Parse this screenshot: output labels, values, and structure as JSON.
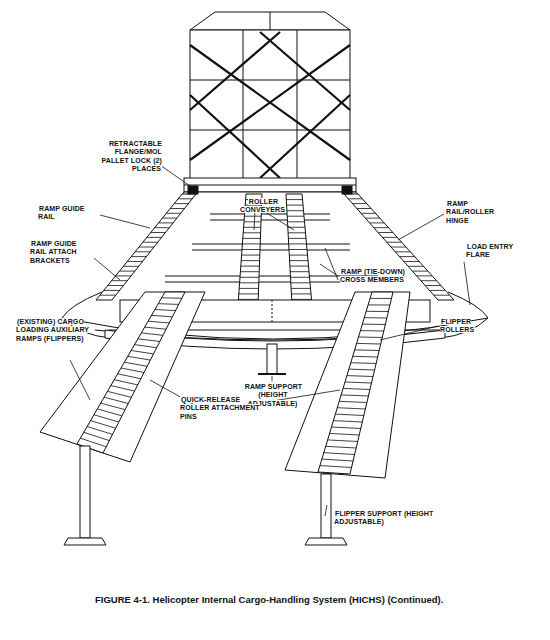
{
  "diagram": {
    "caption": "FIGURE 4-1. Helicopter Internal Cargo-Handling System (HICHS) (Continued).",
    "labels": [
      "RETRACTABLE FLANGE/MOL PALLET LOCK (2) PLACES",
      "ROLLER CONVEYERS",
      "RAMP GUIDE RAIL",
      "RAMP GUIDE RAIL ATTACH BRACKETS",
      "RAMP RAIL/ROLLER HINGE",
      "LOAD ENTRY FLARE",
      "RAMP (TIE-DOWN) CROSS MEMBERS",
      "(EXISTING) CARGO LOADING AUXILIARY RAMPS (FLIPPERS)",
      "FLIPPER ROLLERS",
      "RAMP SUPPORT (HEIGHT ADJUSTABLE)",
      "QUICK-RELEASE ROLLER ATTACHMENT PINS",
      "FLIPPER SUPPORT (HEIGHT ADJUSTABLE)"
    ]
  }
}
